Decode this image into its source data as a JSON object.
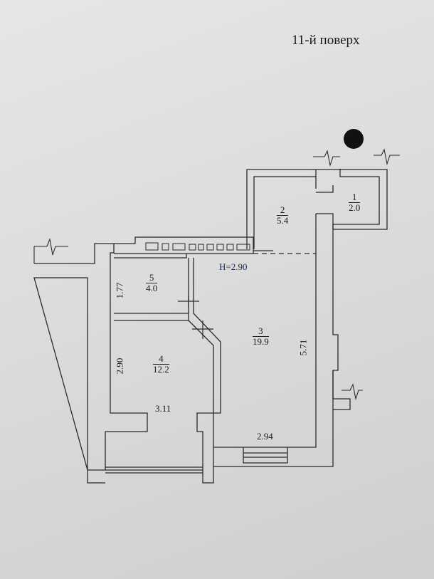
{
  "floor_label": "11-й поверх",
  "ceiling_height": "H=2.90",
  "rooms": [
    {
      "number": "1",
      "area": "2.0"
    },
    {
      "number": "2",
      "area": "5.4"
    },
    {
      "number": "3",
      "area": "19.9"
    },
    {
      "number": "4",
      "area": "12.2"
    },
    {
      "number": "5",
      "area": "4.0"
    }
  ],
  "dimensions": {
    "room5_width": "1.77",
    "room4_width": "2.90",
    "room4_length": "3.11",
    "room3_length": "5.71",
    "room3_width": "2.94"
  }
}
